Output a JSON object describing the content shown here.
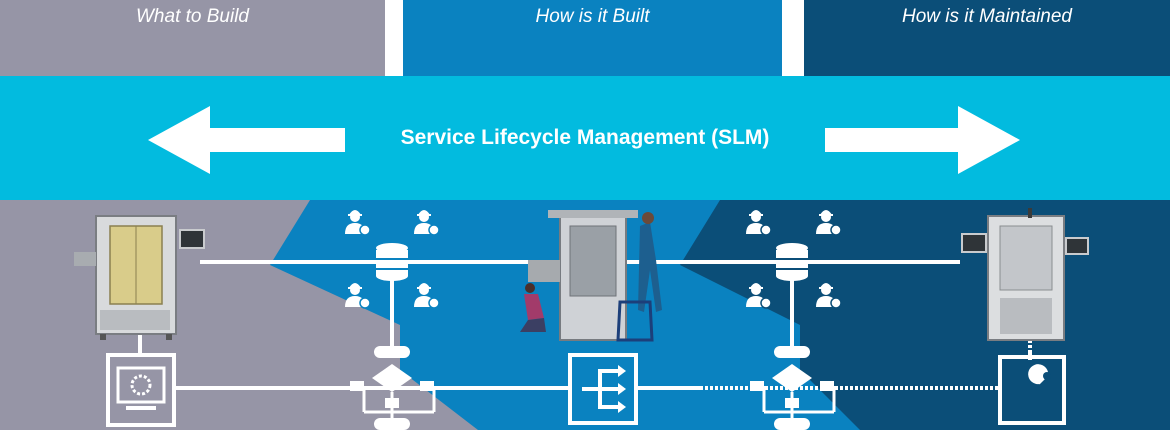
{
  "headers": {
    "what": "What to Build",
    "how_built": "How is it Built",
    "how_maintained": "How is it Maintained"
  },
  "banner": {
    "title": "Service Lifecycle Management (SLM)"
  },
  "icons": [
    "machine-icon",
    "database-icon",
    "worker-helmet-icon",
    "flowchart-icon",
    "monitor-gear-icon",
    "split-arrows-icon",
    "wrench-icon"
  ],
  "colors": {
    "header_gray": "#9695a6",
    "header_blue": "#0a82c0",
    "header_navy": "#0b4e78",
    "banner_cyan": "#02bbdf",
    "white": "#ffffff"
  }
}
